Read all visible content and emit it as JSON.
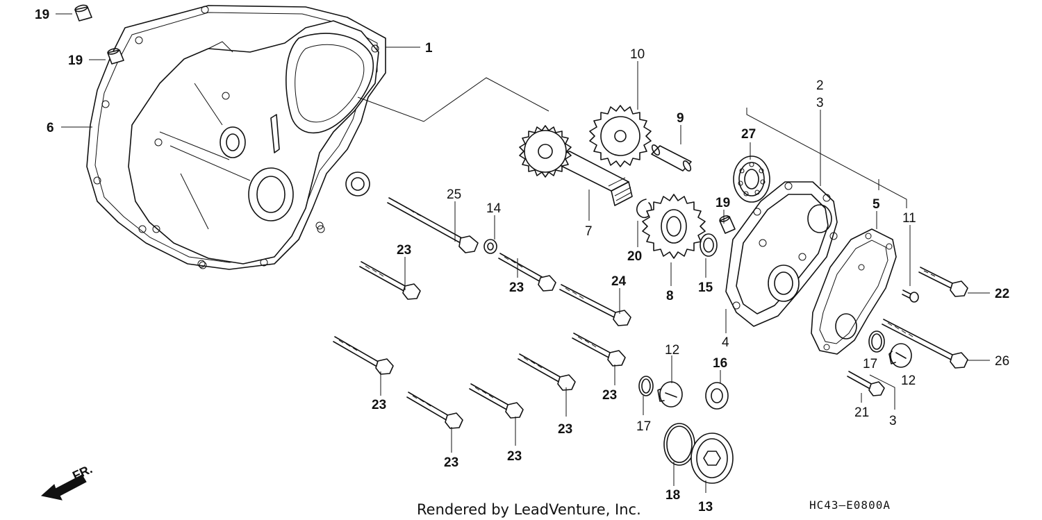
{
  "diagram": {
    "footer_text": "Rendered by LeadVenture, Inc.",
    "drawing_code": "HC43–E0800A",
    "direction_label": "FR.",
    "callouts": {
      "c19a": "19",
      "c19b": "19",
      "c1": "1",
      "c6": "6",
      "c10": "10",
      "c9": "9",
      "c2": "2",
      "c3a": "3",
      "c27": "27",
      "c7": "7",
      "c25": "25",
      "c14": "14",
      "c19c": "19",
      "c20": "20",
      "c8": "8",
      "c15": "15",
      "c5": "5",
      "c11": "11",
      "c23a": "23",
      "c23b": "23",
      "c24": "24",
      "c22": "22",
      "c4": "4",
      "c12a": "12",
      "c16": "16",
      "c17a": "17",
      "c12b": "12",
      "c26": "26",
      "c23c": "23",
      "c23d": "23",
      "c21": "21",
      "c3b": "3",
      "c17b": "17",
      "c23e": "23",
      "c23f": "23",
      "c23g": "23",
      "c18": "18",
      "c13": "13"
    }
  }
}
